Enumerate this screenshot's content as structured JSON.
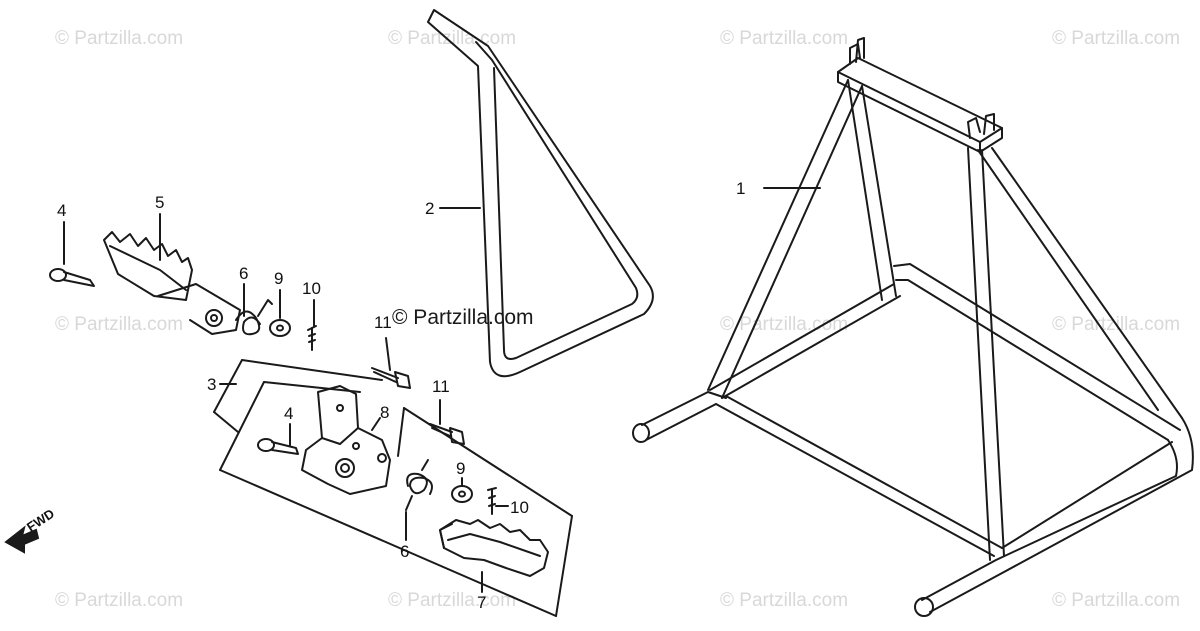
{
  "watermark_text": "© Partzilla.com",
  "center_watermark_text": "© Partzilla.com",
  "direction_label": "FWD",
  "callouts": {
    "c1": "1",
    "c2": "2",
    "c3": "3",
    "c4a": "4",
    "c4b": "4",
    "c5": "5",
    "c6a": "6",
    "c6b": "6",
    "c7": "7",
    "c8": "8",
    "c9a": "9",
    "c9b": "9",
    "c10a": "10",
    "c10b": "10",
    "c11a": "11",
    "c11b": "11"
  }
}
